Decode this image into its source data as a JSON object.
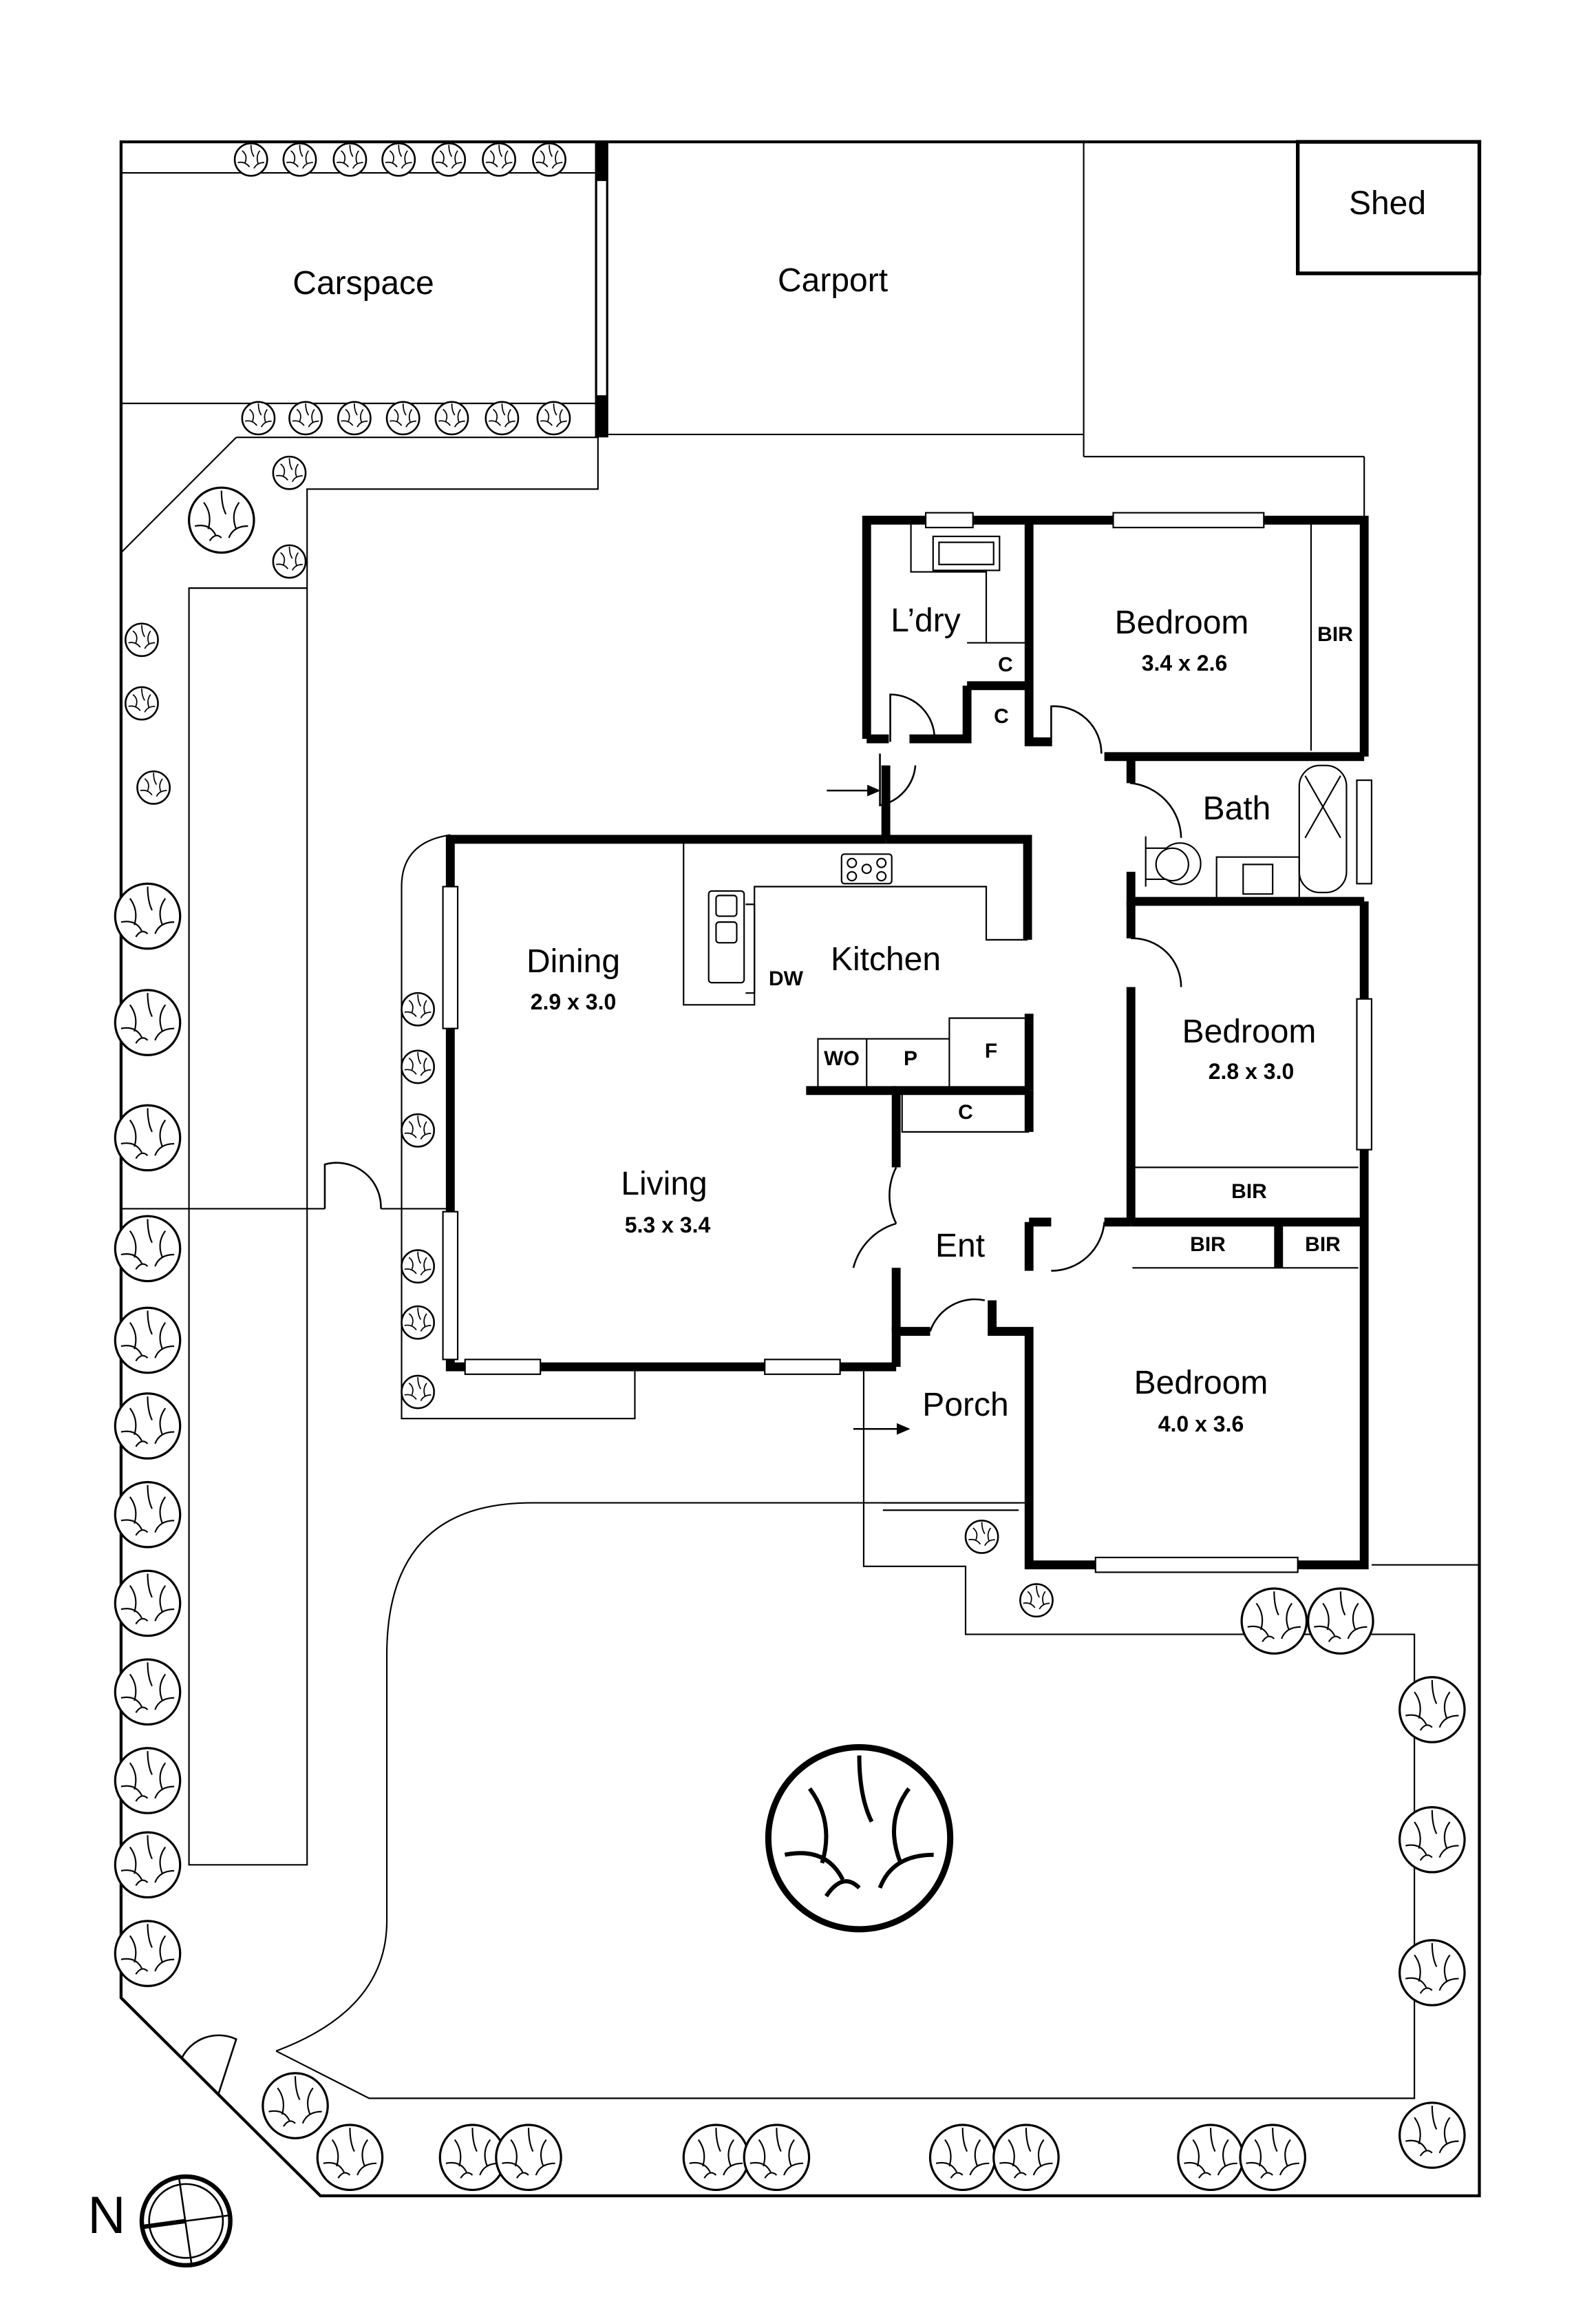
{
  "plan": {
    "outdoor": {
      "carspace": "Carspace",
      "carport": "Carport",
      "shed": "Shed",
      "porch": "Porch"
    },
    "rooms": [
      {
        "name": "L’dry",
        "dim": ""
      },
      {
        "name": "Bedroom",
        "dim": "3.4 x 2.6"
      },
      {
        "name": "Bath",
        "dim": ""
      },
      {
        "name": "Dining",
        "dim": "2.9 x 3.0"
      },
      {
        "name": "Kitchen",
        "dim": ""
      },
      {
        "name": "Bedroom",
        "dim": "2.8 x 3.0"
      },
      {
        "name": "Living",
        "dim": "5.3 x 3.4"
      },
      {
        "name": "Ent",
        "dim": ""
      },
      {
        "name": "Bedroom",
        "dim": "4.0 x 3.6"
      }
    ],
    "fixtures": {
      "bir": "BIR",
      "c": "C",
      "dw": "DW",
      "wo": "WO",
      "p": "P",
      "f": "F"
    },
    "compass": {
      "label": "N",
      "icon": "north-compass-icon"
    },
    "colors": {
      "line": "#000000",
      "background": "#ffffff"
    }
  }
}
